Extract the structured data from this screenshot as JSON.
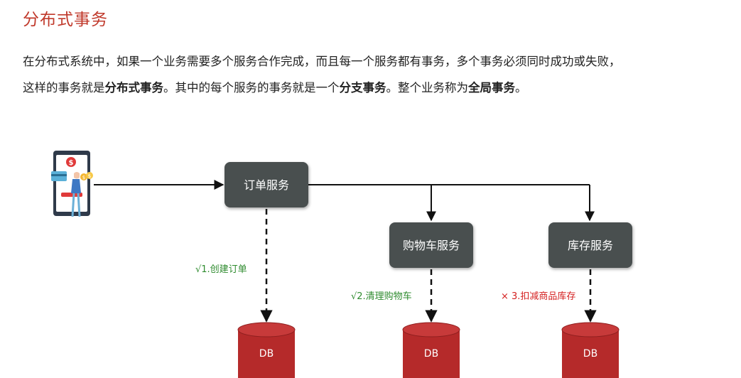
{
  "title": "分布式事务",
  "paragraph": {
    "line1": "在分布式系统中，如果一个业务需要多个服务合作完成，而且每一个服务都有事务，多个事务必须同时成功或失败，",
    "line2_a": "这样的事务就是",
    "line2_b": "分布式事务",
    "line2_c": "。其中的每个服务的事务就是一个",
    "line2_d": "分支事务",
    "line2_e": "。整个业务称为",
    "line2_f": "全局事务",
    "line2_g": "。"
  },
  "diagram": {
    "nodes": {
      "order": "订单服务",
      "cart": "购物车服务",
      "stock": "库存服务"
    },
    "db_label": "DB",
    "steps": {
      "s1": "√1.创建订单",
      "s2": "√2.清理购物车",
      "s3": "× 3.扣减商品库存"
    },
    "colors": {
      "box": "#4a4f4f",
      "db": "#b52a2a",
      "ok": "#2e8b2e",
      "fail": "#d42020",
      "title": "#c0392b"
    }
  }
}
